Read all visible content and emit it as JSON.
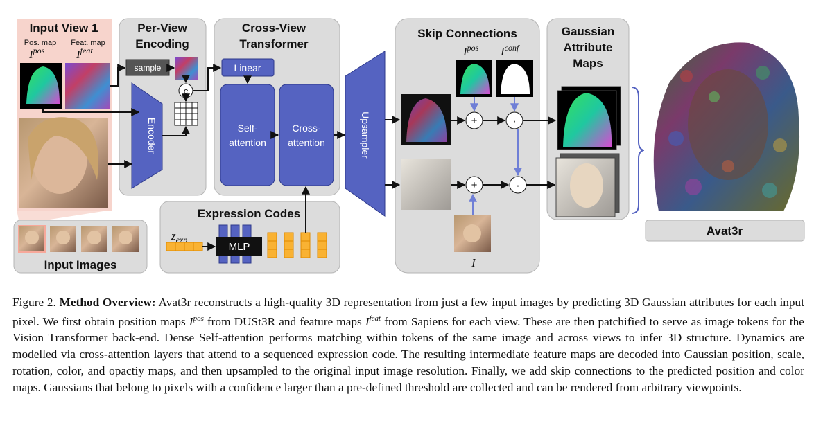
{
  "panels": {
    "input_view": "Input View 1",
    "pos_map_label": "Pos. map",
    "feat_map_label": "Feat. map",
    "per_view_encoding": [
      "Per-View",
      "Encoding"
    ],
    "cross_view_transformer": [
      "Cross-View",
      "Transformer"
    ],
    "skip_connections": "Skip Connections",
    "gaussian_attribute_maps": [
      "Gaussian",
      "Attribute",
      "Maps"
    ],
    "expression_codes": "Expression Codes",
    "input_images": "Input Images",
    "output": "Avat3r"
  },
  "blocks": {
    "sample": "sample",
    "encoder": "Encoder",
    "concat": "c",
    "linear": "Linear",
    "self_attention": [
      "Self-",
      "attention"
    ],
    "cross_attention": [
      "Cross-",
      "attention"
    ],
    "upsampler": "Upsampler",
    "mlp": "MLP",
    "plus": "+",
    "dot": "·"
  },
  "math": {
    "I_pos_base": "I",
    "I_pos_sup": "pos",
    "I_feat_base": "I",
    "I_feat_sup": "feat",
    "I_conf_sup": "conf",
    "I": "I",
    "z_base": "z",
    "z_sub": "exp"
  },
  "caption": {
    "figure_label": "Figure 2.",
    "heading": "Method Overview:",
    "part1": " Avat3r reconstructs a high-quality 3D representation from just a few input images by predicting 3D Gaussian attributes for each input pixel. We first obtain position maps ",
    "sym_I": "I",
    "sup_pos": "pos",
    "part2": " from DUSt3R and feature maps ",
    "sup_feat": "feat",
    "part3": " from Sapiens for each view. These are then patchified to serve as image tokens for the Vision Transformer back-end. Dense Self-attention performs matching within tokens of the same image and across views to infer 3D structure. Dynamics are modelled via cross-attention layers that attend to a sequenced expression code. The resulting intermediate feature maps are decoded into Gaussian position, scale, rotation, color, and opactiy maps, and then upsampled to the original input image resolution. Finally, we add skip connections to the predicted position and color maps. Gaussians that belong to pixels with a confidence larger than a pre-defined threshold are collected and can be rendered from arbitrary viewpoints."
  },
  "colors": {
    "block_blue": "#5563c1",
    "block_border": "#2e3a8c",
    "panel_gray": "#dcdcdc",
    "panel_border": "#b5b5b5",
    "input_pink": "#f7d4cc",
    "token_orange": "#f9b233",
    "arrow_blue": "#6f7fd6"
  }
}
